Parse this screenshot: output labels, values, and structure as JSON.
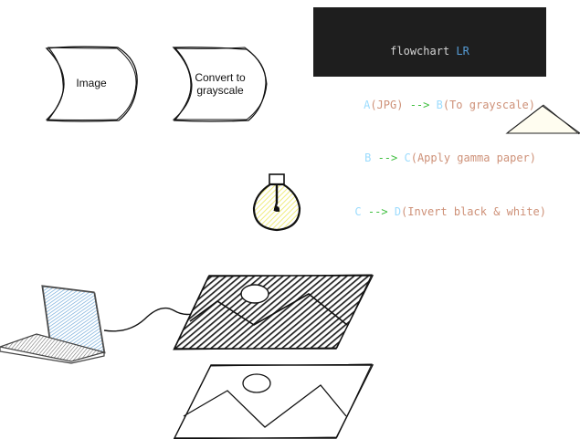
{
  "nodes": {
    "image_label": "Image",
    "convert_label": "Convert to grayscale"
  },
  "code": {
    "line1": {
      "keyword": "flowchart",
      "direction": "LR"
    },
    "line2": {
      "id_a": "A",
      "label_a": "(JPG)",
      "arrow": "-->",
      "id_b": "B",
      "label_b": "(To grayscale)"
    },
    "line3": {
      "id_b": "B",
      "arrow": "-->",
      "id_c": "C",
      "label_c": "(Apply gamma paper)"
    },
    "line4": {
      "id_c": "C",
      "arrow": "-->",
      "id_d": "D",
      "label_d": "(Invert black & white)"
    }
  },
  "icons": [
    "lightbulb-icon",
    "laptop-icon",
    "triangle-shape",
    "photo-frame-icon"
  ],
  "colors": {
    "code_bg": "#1e1e1e",
    "keyword": "#569cd6",
    "identifier": "#9cdcfe",
    "string": "#ce9178",
    "arrow": "#3fbf3f",
    "bulb_fill": "#f5f08a",
    "laptop_fill": "#7fb3e0",
    "triangle_fill": "#fffdf0"
  }
}
